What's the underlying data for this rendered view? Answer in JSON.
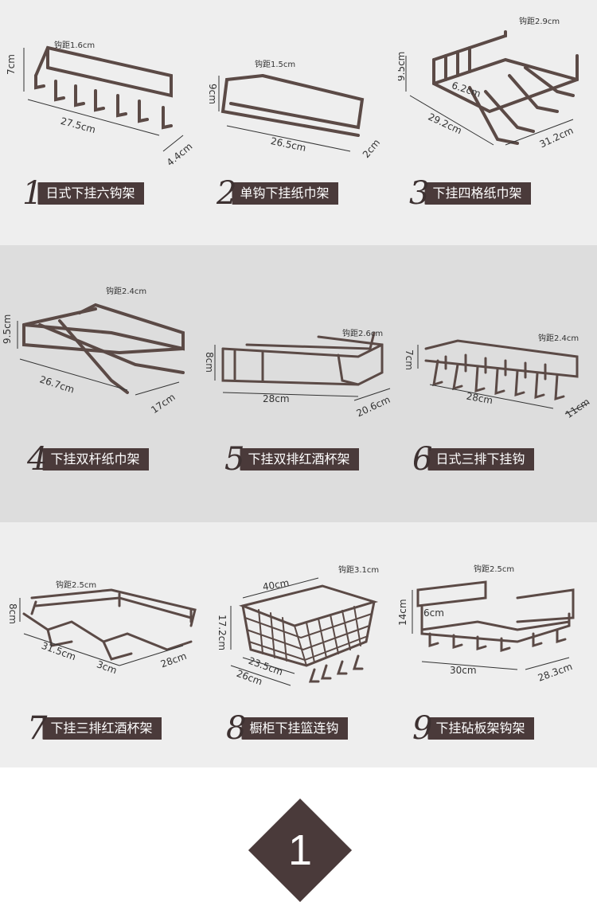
{
  "products": [
    {
      "num": "1",
      "name": "日式下挂六钩架",
      "hook": "钩距1.6cm",
      "dims": [
        "7cm",
        "27.5cm",
        "4.4cm"
      ]
    },
    {
      "num": "2",
      "name": "单钩下挂纸巾架",
      "hook": "钩距1.5cm",
      "dims": [
        "9cm",
        "26.5cm",
        "2cm"
      ]
    },
    {
      "num": "3",
      "name": "下挂四格纸巾架",
      "hook": "钩距2.9cm",
      "dims": [
        "9.5cm",
        "6.2cm",
        "29.2cm",
        "31.2cm"
      ]
    },
    {
      "num": "4",
      "name": "下挂双杆纸巾架",
      "hook": "钩距2.4cm",
      "dims": [
        "9.5cm",
        "26.7cm",
        "17cm"
      ]
    },
    {
      "num": "5",
      "name": "下挂双排红酒杯架",
      "hook": "钩距2.6cm",
      "dims": [
        "8cm",
        "28cm",
        "20.6cm"
      ]
    },
    {
      "num": "6",
      "name": "日式三排下挂钩",
      "hook": "钩距2.4cm",
      "dims": [
        "7cm",
        "28cm",
        "11cm"
      ]
    },
    {
      "num": "7",
      "name": "下挂三排红酒杯架",
      "hook": "钩距2.5cm",
      "dims": [
        "8cm",
        "31.5cm",
        "3cm",
        "28cm"
      ]
    },
    {
      "num": "8",
      "name": "橱柜下挂篮连钩",
      "hook": "钩距3.1cm",
      "dims": [
        "40cm",
        "17.2cm",
        "23.5cm",
        "26cm"
      ]
    },
    {
      "num": "9",
      "name": "下挂砧板架钩架",
      "hook": "钩距2.5cm",
      "dims": [
        "6cm",
        "14cm",
        "30cm",
        "28.3cm"
      ]
    }
  ],
  "section_number": "1",
  "colors": {
    "band_bg": "#eeeeee",
    "band_mid": "#dddddd",
    "brand": "#4a3a3a",
    "metal": "#5b4a46"
  }
}
